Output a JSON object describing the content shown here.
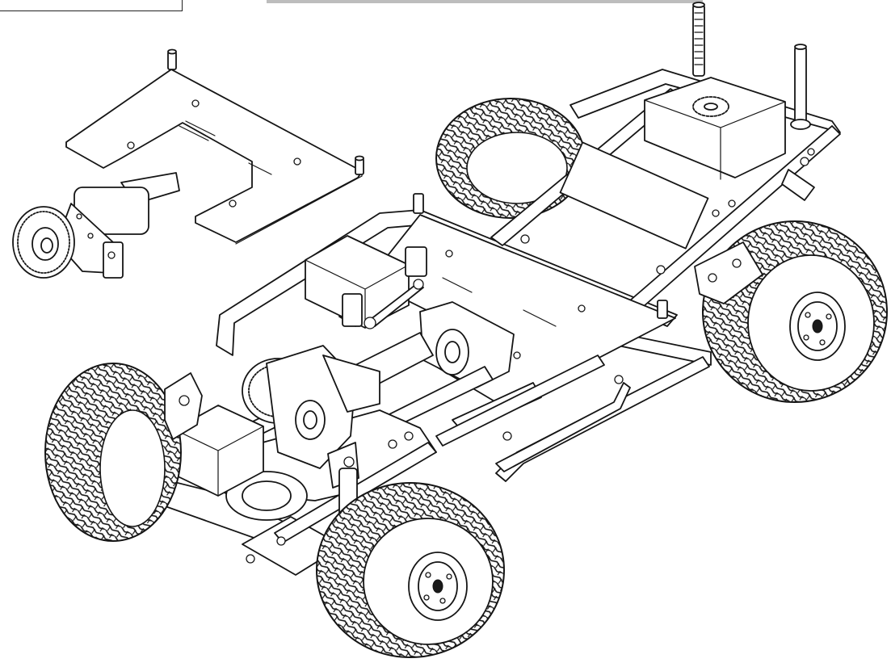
{
  "figure": {
    "kind": "exploded-assembly-line-drawing",
    "subject": "rc-crawler-chassis",
    "parts": [
      {
        "name": "upper-deck-plate",
        "icon": "plate-icon"
      },
      {
        "name": "transmission-gearbox",
        "icon": "gear-icon"
      },
      {
        "name": "front-servo",
        "icon": "servo-icon"
      },
      {
        "name": "rear-box",
        "icon": "battery-box-icon"
      },
      {
        "name": "front-left-wheel",
        "icon": "tire-icon"
      },
      {
        "name": "front-right-wheel",
        "icon": "tire-icon"
      },
      {
        "name": "rear-left-wheel",
        "icon": "tire-icon"
      },
      {
        "name": "rear-right-wheel",
        "icon": "tire-icon"
      },
      {
        "name": "antenna-posts",
        "icon": "antenna-icon"
      }
    ],
    "colors": {
      "ink": "#151515",
      "paper": "#ffffff"
    }
  }
}
